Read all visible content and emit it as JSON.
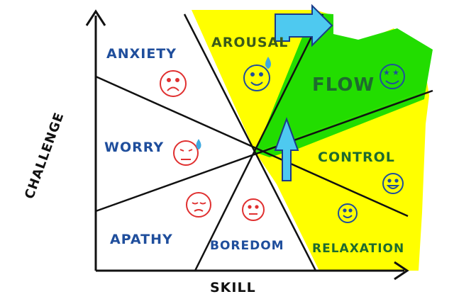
{
  "axes": {
    "x_label": "SKILL",
    "y_label": "CHALLENGE"
  },
  "regions": {
    "anxiety": "ANXIETY",
    "arousal": "AROUSAL",
    "flow": "FLOW",
    "worry": "WORRY",
    "control": "CONTROL",
    "apathy": "APATHY",
    "boredom": "BOREDOM",
    "relaxation": "RELAXATION"
  },
  "colors": {
    "yellow": "#ffff00",
    "green": "#22dd00",
    "arrow": "#4ec9f0",
    "label_blue": "#1f4e9c",
    "label_green": "#1e6b2e",
    "sad_red": "#e03030",
    "happy_blue": "#1f4e9c",
    "sweat_drop": "#3fa9e0"
  },
  "icons": {
    "anxiety_face": "frown-face-icon",
    "arousal_face": "smile-sweat-icon",
    "flow_face": "star-eyes-face-icon",
    "worry_face": "worried-sweat-icon",
    "control_face": "grin-face-icon",
    "apathy_face": "sleepy-face-icon",
    "boredom_face": "neutral-face-icon",
    "relaxation_face": "smile-face-icon",
    "arrows": "up-arrow-icon"
  }
}
